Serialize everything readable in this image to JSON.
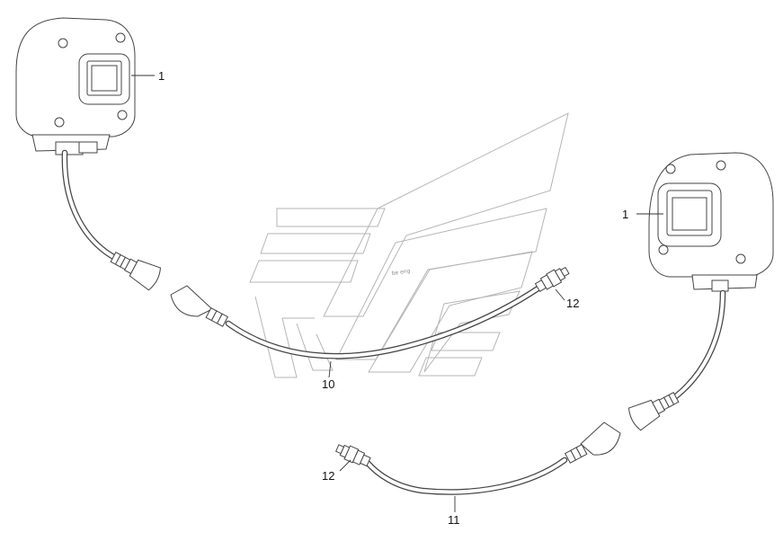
{
  "callouts": {
    "camera_left": "1",
    "camera_right": "1",
    "cable_middle": "10",
    "cable_bottom": "11",
    "connector_middle": "12",
    "connector_bottom": "12"
  },
  "watermark_text": "be eng",
  "colors": {
    "line": "#444444",
    "watermark": "#b5b5b5",
    "background": "#ffffff"
  }
}
